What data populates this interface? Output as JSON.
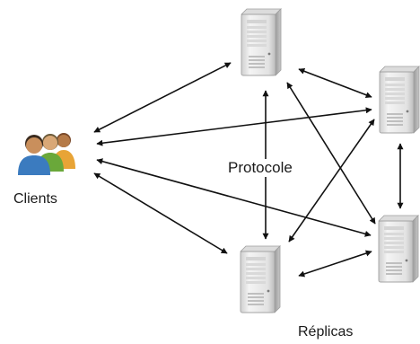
{
  "labels": {
    "clients": "Clients",
    "protocol": "Protocole",
    "replicas": "Réplicas"
  },
  "nodes": {
    "clients_icon": "users-group-icon",
    "server_icon": "server-tower-icon",
    "server_count": 4
  },
  "colors": {
    "arrow": "#111111",
    "server_body": "#e6e6e6",
    "server_shadow": "#b9b9b9",
    "user_blue": "#3b7bbf",
    "user_green": "#6aa83a",
    "user_orange": "#e8a436",
    "skin": "#c98f5c"
  }
}
